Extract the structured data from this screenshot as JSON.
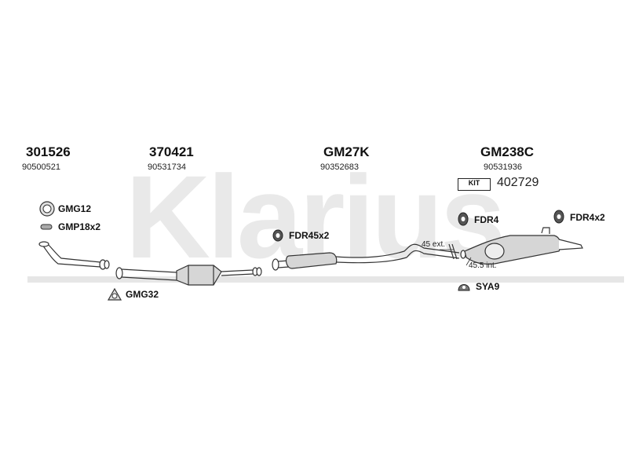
{
  "watermark": {
    "text": "Klarius",
    "color": "#e8e8e8"
  },
  "parts": [
    {
      "part_number": "301526",
      "oem_number": "90500521"
    },
    {
      "part_number": "370421",
      "oem_number": "90531734"
    },
    {
      "part_number": "GM27K",
      "oem_number": "90352683"
    },
    {
      "part_number": "GM238C",
      "oem_number": "90531936"
    }
  ],
  "kit": {
    "badge": "KIT",
    "number": "402729"
  },
  "accessories": {
    "gmg12": "GMG12",
    "gmp18x2": "GMP18x2",
    "gmg32": "GMG32",
    "fdr45x2": "FDR45x2",
    "fdr4": "FDR4",
    "fdr4x2": "FDR4x2",
    "sya9": "SYA9"
  },
  "dimensions": {
    "ext": "45 ext.",
    "int": "45.5 int."
  }
}
